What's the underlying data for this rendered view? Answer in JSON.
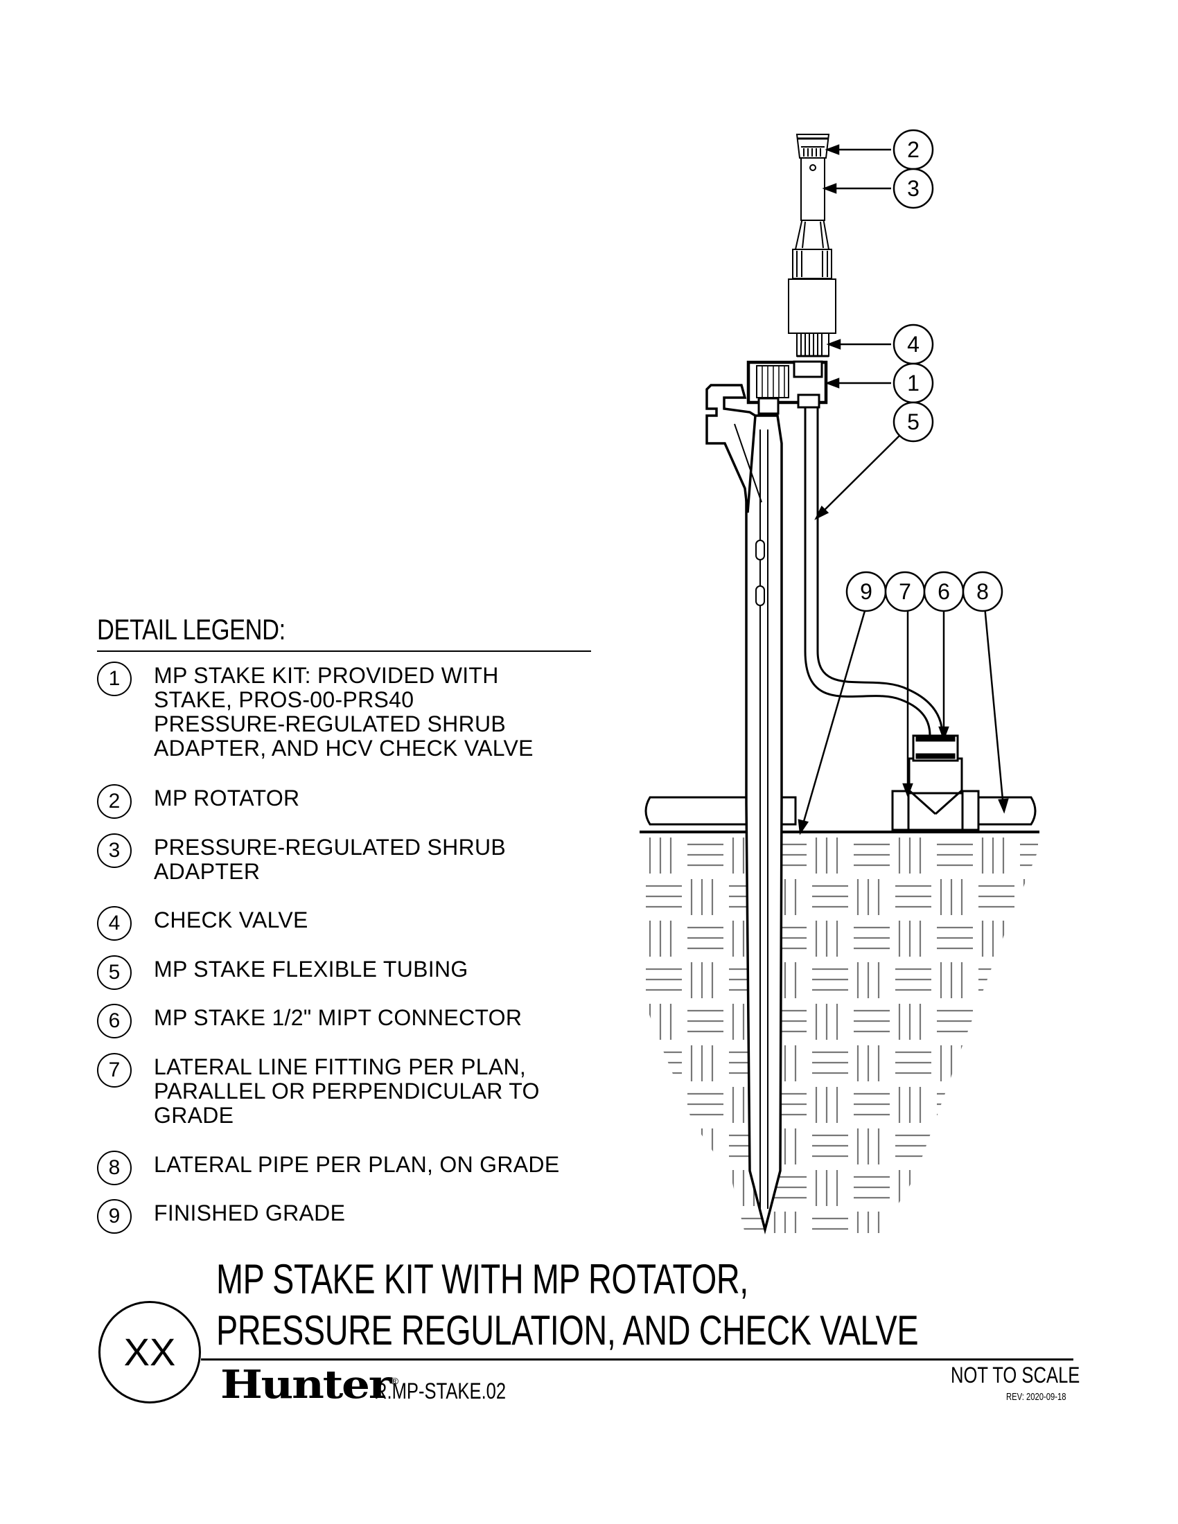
{
  "callouts": [
    "2",
    "3",
    "4",
    "1",
    "5",
    "9",
    "7",
    "6",
    "8"
  ],
  "legend": {
    "heading": "DETAIL LEGEND:",
    "items": [
      {
        "num": "1",
        "text": "MP STAKE KIT: PROVIDED WITH\nSTAKE, PROS-00-PRS40\nPRESSURE-REGULATED SHRUB\nADAPTER, AND HCV CHECK VALVE"
      },
      {
        "num": "2",
        "text": "MP ROTATOR"
      },
      {
        "num": "3",
        "text": "PRESSURE-REGULATED SHRUB\nADAPTER"
      },
      {
        "num": "4",
        "text": "CHECK VALVE"
      },
      {
        "num": "5",
        "text": "MP STAKE FLEXIBLE TUBING"
      },
      {
        "num": "6",
        "text": "MP STAKE 1/2\" MIPT CONNECTOR"
      },
      {
        "num": "7",
        "text": "LATERAL LINE FITTING PER PLAN,\nPARALLEL OR PERPENDICULAR TO\nGRADE"
      },
      {
        "num": "8",
        "text": "LATERAL PIPE PER PLAN, ON GRADE"
      },
      {
        "num": "9",
        "text": "FINISHED GRADE"
      }
    ]
  },
  "title_block": {
    "title_line1": "MP STAKE KIT WITH MP ROTATOR,",
    "title_line2": "PRESSURE REGULATION, AND CHECK VALVE",
    "detail_marker": "XX",
    "logo": "Hunter",
    "logo_mark": "®",
    "drawing_code": "R.MP-STAKE.02",
    "scale_note": "NOT TO SCALE",
    "revision": "REV: 2020-09-18"
  }
}
